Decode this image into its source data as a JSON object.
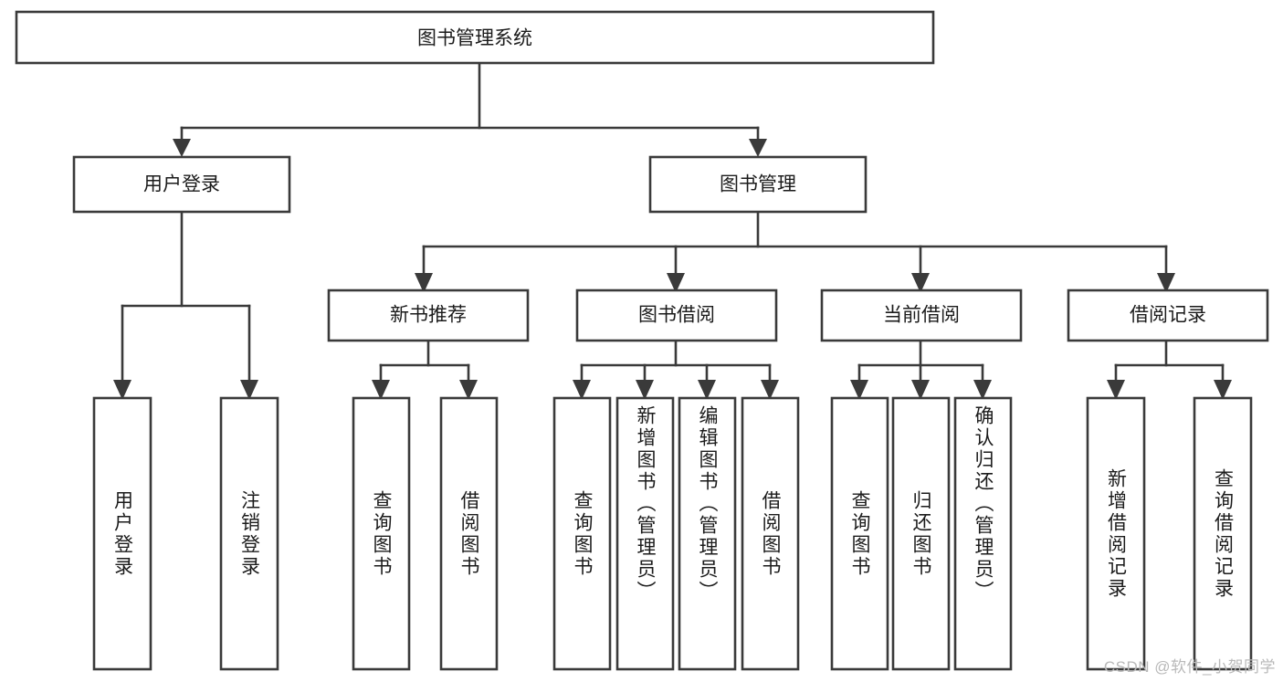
{
  "diagram": {
    "title": "图书管理系统",
    "type": "tree-hierarchy-diagram",
    "colors": {
      "box_stroke": "#3a3a3a",
      "box_fill": "#ffffff",
      "text": "#1b1b1b",
      "background": "#ffffff",
      "watermark": "#b9b9b9"
    },
    "root": {
      "label": "图书管理系统"
    },
    "level2": [
      {
        "label": "用户登录"
      },
      {
        "label": "图书管理"
      }
    ],
    "level3": [
      {
        "label": "新书推荐"
      },
      {
        "label": "图书借阅"
      },
      {
        "label": "当前借阅"
      },
      {
        "label": "借阅记录"
      }
    ],
    "leaves_user_login": [
      {
        "label": "用户登录"
      },
      {
        "label": "注销登录"
      }
    ],
    "leaves_new_books": [
      {
        "label": "查询图书"
      },
      {
        "label": "借阅图书"
      }
    ],
    "leaves_borrow": [
      {
        "label": "查询图书"
      },
      {
        "label": "新增图书（管理员）"
      },
      {
        "label": "编辑图书（管理员）"
      },
      {
        "label": "借阅图书"
      }
    ],
    "leaves_current": [
      {
        "label": "查询图书"
      },
      {
        "label": "归还图书"
      },
      {
        "label": "确认归还（管理员）"
      }
    ],
    "leaves_records": [
      {
        "label": "新增借阅记录"
      },
      {
        "label": "查询借阅记录"
      }
    ],
    "watermark": "CSDN @软件_小贺同学"
  }
}
